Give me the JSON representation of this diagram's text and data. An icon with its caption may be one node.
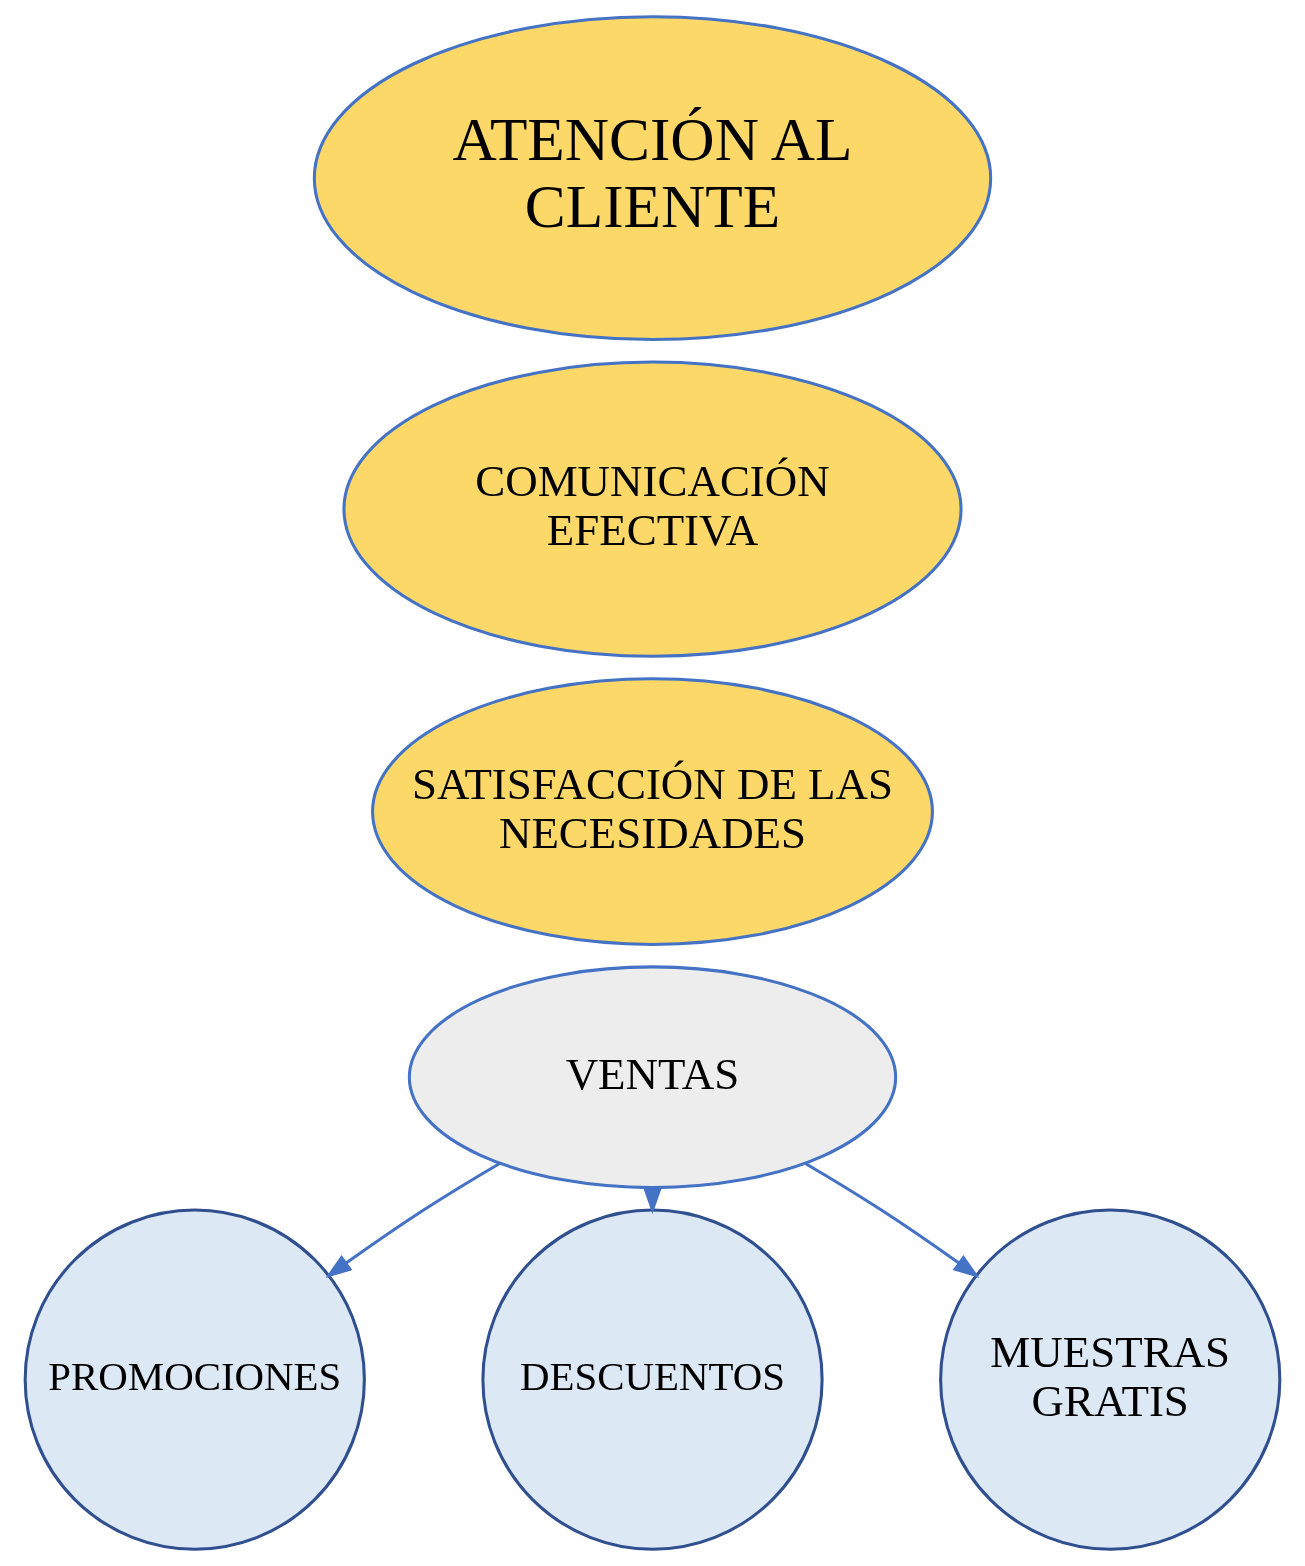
{
  "diagram": {
    "nodes": [
      {
        "text": [
          "ATENCIÓN AL CLIENTE"
        ]
      },
      {
        "text": [
          "COMUNICACIÓN EFECTIVA"
        ]
      },
      {
        "text": [
          "SATISFACCIÓN DE LAS NECESIDADES"
        ]
      },
      {
        "text": [
          "VENTAS"
        ]
      },
      {
        "text": [
          "PROMOCIONES"
        ]
      },
      {
        "text": [
          "DESCUENTOS"
        ]
      },
      {
        "text": [
          "MUESTRAS GRATIS"
        ]
      }
    ],
    "edges": [
      {
        "from": 3,
        "to": 4,
        "arrow": "to"
      },
      {
        "from": 3,
        "to": 5,
        "arrow": "to"
      },
      {
        "from": 3,
        "to": 6,
        "arrow": "to"
      }
    ]
  }
}
